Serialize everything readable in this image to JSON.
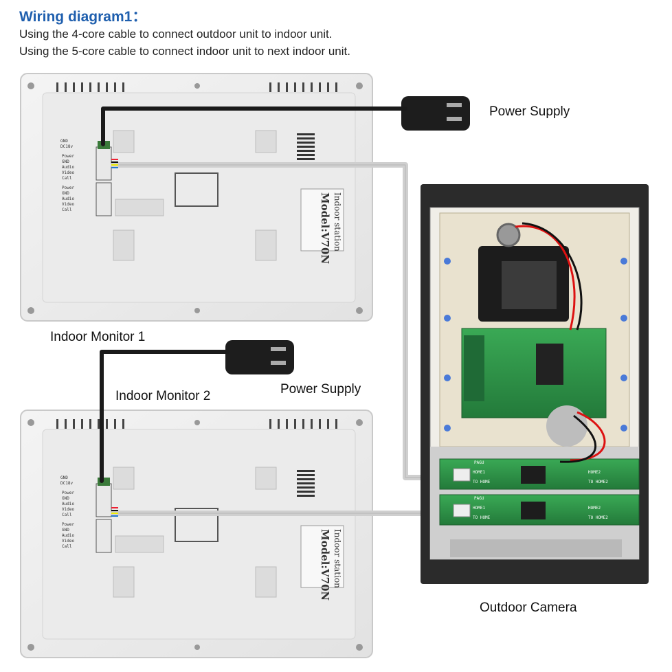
{
  "header": {
    "title": "Wiring diagram1：",
    "line1": "Using the 4-core cable to connect outdoor unit to indoor unit.",
    "line2": "Using the 5-core cable to connect indoor unit to next indoor unit."
  },
  "labels": {
    "power_supply_1": "Power Supply",
    "power_supply_2": "Power Supply",
    "indoor_monitor_1": "Indoor Monitor  1",
    "indoor_monitor_2": "Indoor Monitor 2",
    "outdoor_camera": "Outdoor Camera"
  },
  "monitor_label": {
    "title": "Indoor station",
    "model": "Model:V70N"
  },
  "terminal_labels": [
    "GND",
    "DC18v",
    "Power",
    "GND",
    "Audio",
    "Video",
    "Call",
    "Power",
    "GND",
    "Audio",
    "Video",
    "Call"
  ],
  "board_labels": [
    "HOME1",
    "HOME2",
    "TO HOME",
    "TO HOME2",
    "PAGU"
  ],
  "colors": {
    "accent": "#1f5fae",
    "cable_gray": "#cfcfcf",
    "cable_black": "#1a1a1a",
    "pcb_green": "#2f9a4a",
    "housing": "#2b2b2b"
  }
}
